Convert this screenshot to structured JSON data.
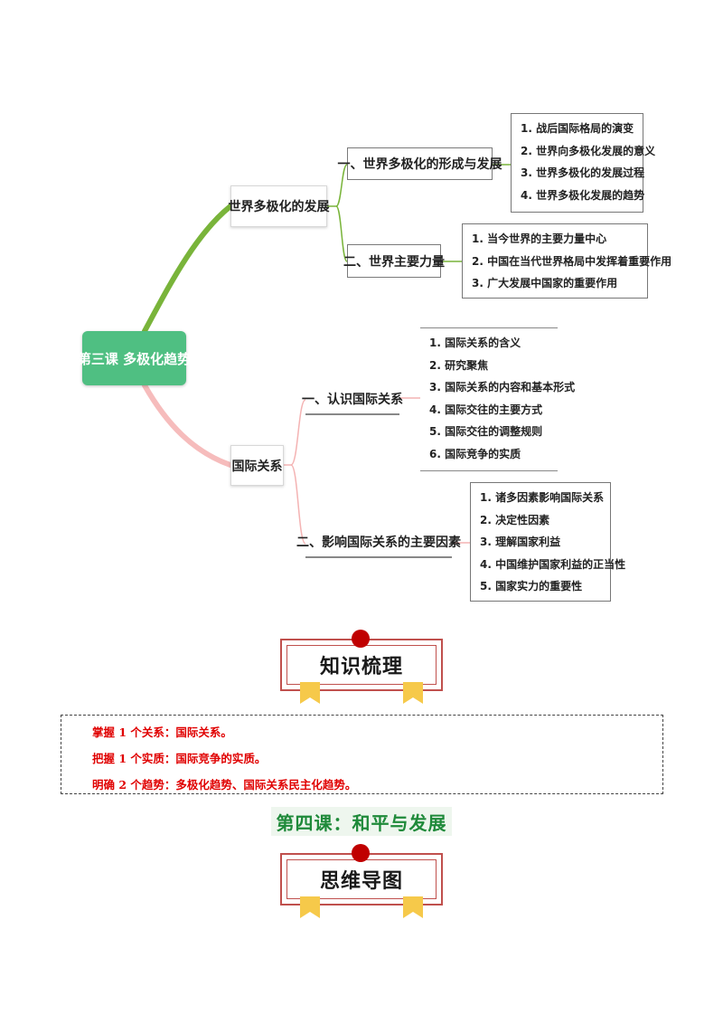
{
  "mindmap": {
    "root": "第三课  多极化趋势",
    "branches": [
      {
        "label": "世界多极化的发展",
        "color": "#79b43a",
        "subs": [
          {
            "label": "一、世界多极化的形成与发展",
            "items": [
              "1. 战后国际格局的演变",
              "2. 世界向多极化发展的意义",
              "3. 世界多极化的发展过程",
              "4. 世界多极化发展的趋势"
            ]
          },
          {
            "label": "二、世界主要力量",
            "items": [
              "1. 当今世界的主要力量中心",
              "2. 中国在当代世界格局中发挥着重要作用",
              "3. 广大发展中国家的重要作用"
            ]
          }
        ]
      },
      {
        "label": "国际关系",
        "color": "#f4b3b3",
        "subs": [
          {
            "label": "一、认识国际关系",
            "items": [
              "1. 国际关系的含义",
              "2. 研究聚焦",
              "3. 国际关系的内容和基本形式",
              "4. 国际交往的主要方式",
              "5. 国际交往的调整规则",
              "6. 国际竞争的实质"
            ]
          },
          {
            "label": "二、影响国际关系的主要因素",
            "items": [
              "1. 诸多因素影响国际关系",
              "2. 决定性因素",
              "3. 理解国家利益",
              "4. 中国维护国家利益的正当性",
              "5. 国家实力的重要性"
            ]
          }
        ]
      }
    ]
  },
  "banner1": {
    "title": "知识梳理"
  },
  "notes": [
    "掌握 1 个关系：国际关系。",
    "把握 1 个实质：国际竞争的实质。",
    "明确 2 个趋势：多极化趋势、国际关系民主化趋势。"
  ],
  "lesson4": {
    "title": "第四课：和平与发展"
  },
  "banner2": {
    "title": "思维导图"
  },
  "colors": {
    "root": "#4fbf82",
    "note_text": "#e00000",
    "banner_border": "#c0504d",
    "banner_dot": "#c00000",
    "ribbon": "#f6c94a",
    "lesson_title": "#1f8a3a"
  }
}
